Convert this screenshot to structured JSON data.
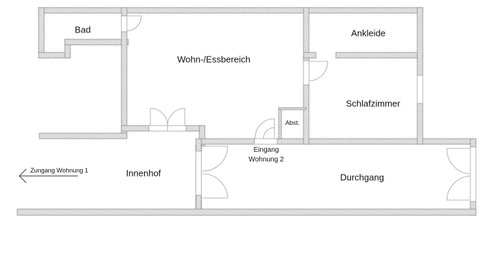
{
  "floorplan": {
    "rooms": [
      {
        "id": "bad",
        "label": "Bad"
      },
      {
        "id": "wohn",
        "label": "Wohn-/Essbereich"
      },
      {
        "id": "ankleide",
        "label": "Ankleide"
      },
      {
        "id": "schlaf",
        "label": "Schlafzimmer"
      },
      {
        "id": "abst",
        "label": "Abst."
      },
      {
        "id": "innenhof",
        "label": "Innenhof"
      },
      {
        "id": "durchgang",
        "label": "Durchgang"
      }
    ],
    "annotations": {
      "eingang_line1": "Eingang",
      "eingang_line2": "Wohnung 2",
      "zugang": "Zungang Wohnung 1"
    },
    "colors": {
      "wall_fill": "#d4d4d4",
      "wall_stroke": "#888888",
      "door_stroke": "#999999",
      "text": "#111111"
    }
  }
}
